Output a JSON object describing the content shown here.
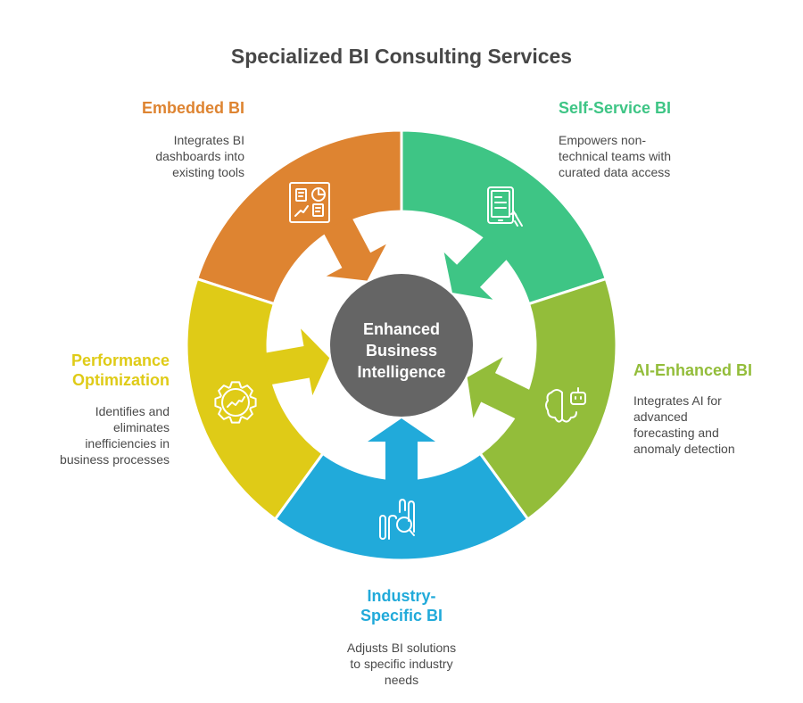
{
  "title": "Specialized BI Consulting Services",
  "center": {
    "lines": [
      "Enhanced",
      "Business",
      "Intelligence"
    ],
    "color": "#656565"
  },
  "segments": [
    {
      "id": "embedded-bi",
      "label": "Embedded BI",
      "description": [
        "Integrates BI",
        "dashboards into",
        "existing tools"
      ],
      "color": "#DE8431",
      "icon": "dashboard-icon"
    },
    {
      "id": "self-service-bi",
      "label": "Self-Service BI",
      "description": [
        "Empowers non-",
        "technical teams with",
        "curated data access"
      ],
      "color": "#3EC585",
      "icon": "tablet-hand-icon"
    },
    {
      "id": "ai-enhanced-bi",
      "label": "AI-Enhanced BI",
      "description": [
        "Integrates AI for",
        "advanced",
        "forecasting and",
        "anomaly detection"
      ],
      "color": "#93BD3A",
      "icon": "ai-brain-robot-icon"
    },
    {
      "id": "industry-specific-bi",
      "label": [
        "Industry-",
        "Specific BI"
      ],
      "description": [
        "Adjusts BI solutions",
        "to specific industry",
        "needs"
      ],
      "color": "#21AADA",
      "icon": "chart-magnifier-icon"
    },
    {
      "id": "performance-optimization",
      "label": [
        "Performance",
        "Optimization"
      ],
      "description": [
        "Identifies and",
        "eliminates",
        "inefficiencies in",
        "business processes"
      ],
      "color": "#DFCB17",
      "icon": "gear-chart-icon"
    }
  ]
}
